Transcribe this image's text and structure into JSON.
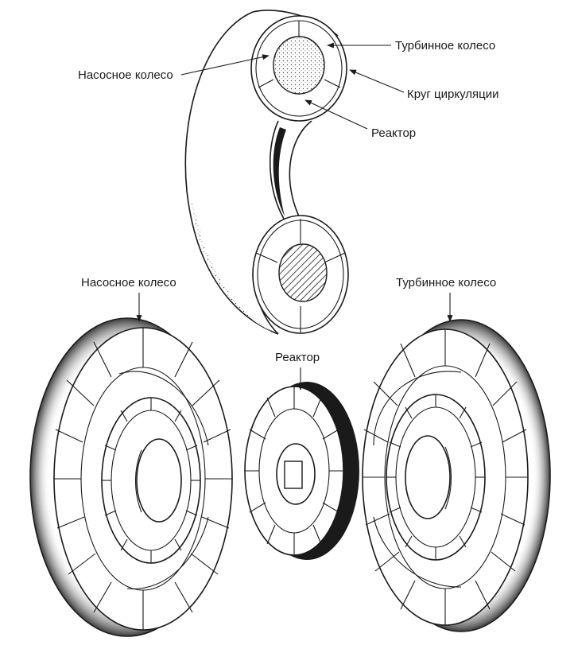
{
  "labels": {
    "top_turbine": "Турбинное колесо",
    "top_pump": "Насосное колесо",
    "top_circle": "Круг циркуляции",
    "top_reactor": "Реактор",
    "bottom_pump": "Насосное колесо",
    "bottom_turbine": "Турбинное колесо",
    "bottom_reactor": "Реактор"
  },
  "colors": {
    "ink": "#1a1a1a",
    "paper": "#ffffff"
  }
}
